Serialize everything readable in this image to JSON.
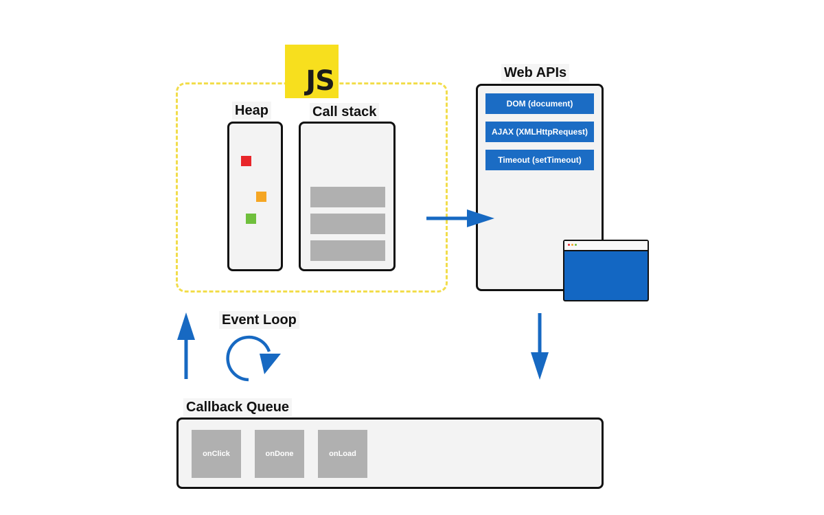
{
  "engine": {
    "logo_text": "JS",
    "logo_color": "#f7df1e"
  },
  "heap": {
    "label": "Heap",
    "objects": [
      {
        "color": "#e8262a"
      },
      {
        "color": "#f5a623"
      },
      {
        "color": "#6fbf3c"
      }
    ]
  },
  "call_stack": {
    "label": "Call stack",
    "frame_count": 3
  },
  "web_apis": {
    "label": "Web APIs",
    "items": [
      "DOM (document)",
      "AJAX (XMLHttpRequest)",
      "Timeout (setTimeout)"
    ]
  },
  "event_loop": {
    "label": "Event Loop"
  },
  "callback_queue": {
    "label": "Callback Queue",
    "items": [
      "onClick",
      "onDone",
      "onLoad"
    ]
  },
  "colors": {
    "arrow": "#1769c2",
    "api_item": "#1b6cc4",
    "queue_item": "#b0b0b0",
    "stack_frame": "#b0b0b0",
    "dashed_border": "#f2dd4b"
  }
}
